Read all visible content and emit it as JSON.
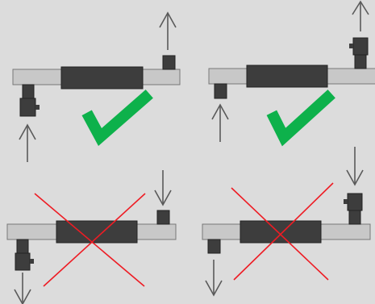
{
  "colors": {
    "background": "#dcdcdc",
    "bar": "#c8c8c8",
    "bar_stroke": "#777777",
    "body": "#3d3d3d",
    "arrow": "#5a5a5a",
    "check": "#0db14b",
    "cross": "#ee1c24"
  },
  "panels": [
    {
      "id": "panel-top-left",
      "verdict": "correct",
      "verdict_icon": "green-checkmark-icon",
      "force_direction": "up",
      "actuator_side": "left",
      "mount": "below-bar"
    },
    {
      "id": "panel-top-right",
      "verdict": "correct",
      "verdict_icon": "green-checkmark-icon",
      "force_direction": "up",
      "actuator_side": "right",
      "mount": "above-bar"
    },
    {
      "id": "panel-bottom-left",
      "verdict": "incorrect",
      "verdict_icon": "red-cross-icon",
      "force_direction": "down",
      "actuator_side": "left",
      "mount": "below-bar"
    },
    {
      "id": "panel-bottom-right",
      "verdict": "incorrect",
      "verdict_icon": "red-cross-icon",
      "force_direction": "down",
      "actuator_side": "right",
      "mount": "above-bar"
    }
  ]
}
